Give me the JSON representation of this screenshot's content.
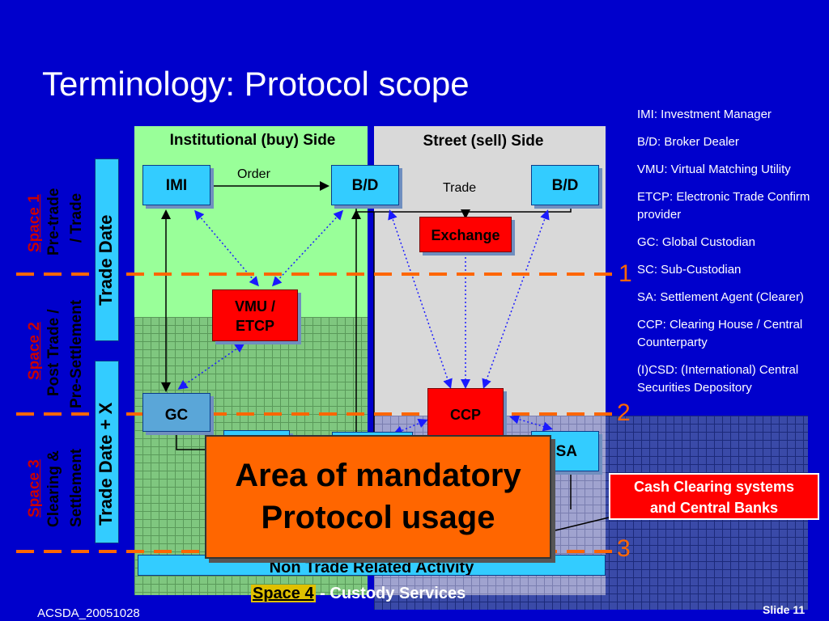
{
  "title": "Terminology: Protocol scope",
  "panels": {
    "buy_side": "Institutional (buy) Side",
    "sell_side": "Street (sell) Side"
  },
  "nodes": {
    "imi": "IMI",
    "bd_buy": "B/D",
    "bd_sell": "B/D",
    "exchange": "Exchange",
    "vmu": "VMU /",
    "etcp": "ETCP",
    "gc": "GC",
    "ccp": "CCP",
    "sa": "SA"
  },
  "edge_labels": {
    "order": "Order",
    "trade": "Trade"
  },
  "spaces": {
    "space1": {
      "name": "Space 1",
      "line1": "Pre-trade",
      "line2": "/ Trade"
    },
    "space2": {
      "name": "Space 2",
      "line1": "Post Trade /",
      "line2": "Pre-Settlement"
    },
    "space3": {
      "name": "Space 3",
      "line1": "Clearing &",
      "line2": "Settlement"
    },
    "space4": {
      "name": "Space 4",
      "rest": " - Custody Services"
    }
  },
  "time_bars": {
    "trade_date": "Trade Date",
    "trade_date_x": "Trade Date + X"
  },
  "boundaries": [
    "1",
    "2",
    "3"
  ],
  "mandatory": {
    "line1": "Area of mandatory",
    "line2": "Protocol usage"
  },
  "cash": {
    "line1": "Cash Clearing systems",
    "line2": "and Central Banks"
  },
  "non_trade": "Non Trade Related Activity",
  "legend": [
    "IMI: Investment Manager",
    "B/D: Broker Dealer",
    "VMU: Virtual Matching Utility",
    "ETCP: Electronic Trade Confirm provider",
    "GC: Global Custodian",
    "SC: Sub-Custodian",
    "SA: Settlement Agent (Clearer)",
    "CCP: Clearing House / Central Counterparty",
    "(I)CSD: (International) Central Securities Depository"
  ],
  "footer": {
    "left": "ACSDA_20051028",
    "right": "Slide 11"
  },
  "colors": {
    "background": "#0000cc",
    "buy": "#99ff99",
    "sell": "#d9d9d9",
    "node": "#33ccff",
    "alert": "#ff0000",
    "boundary": "#ff6600"
  }
}
